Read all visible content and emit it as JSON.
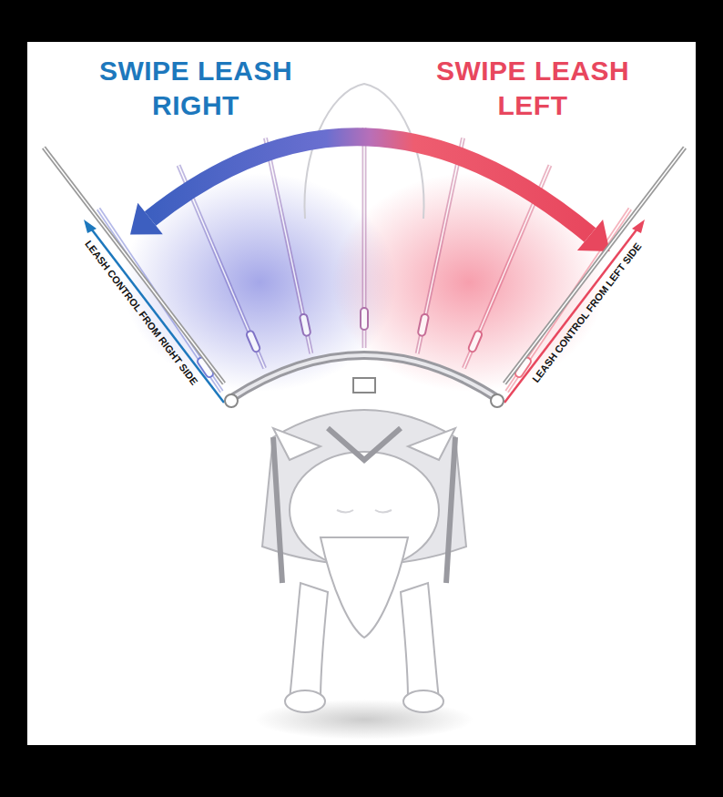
{
  "diagram": {
    "labels": [
      "SWIPE LEASH RIGHT",
      "SWIPE LEASH LEFT",
      "LEASH CONTROL FROM RIGHT SIDE",
      "LEASH CONTROL FROM LEFT SIDE"
    ]
  }
}
